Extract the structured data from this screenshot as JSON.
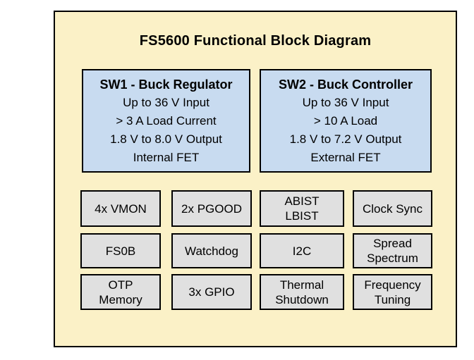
{
  "diagram": {
    "title": "FS5600 Functional Block Diagram",
    "colors": {
      "frame_background": "#FBF1C7",
      "regulator_block_fill": "#C8DBF0",
      "feature_block_fill": "#E0E0E0",
      "border": "#000000"
    },
    "regulator_blocks": [
      {
        "title": "SW1 - Buck Regulator",
        "lines": [
          "Up to 36 V Input",
          "> 3 A Load Current",
          "1.8 V to 8.0 V Output",
          "Internal FET"
        ]
      },
      {
        "title": "SW2 - Buck Controller",
        "lines": [
          "Up to 36 V Input",
          "> 10 A Load",
          "1.8 V to 7.2 V Output",
          "External FET"
        ]
      }
    ],
    "feature_blocks": {
      "row1": [
        "4x VMON",
        "2x PGOOD",
        "ABIST\nLBIST",
        "Clock Sync"
      ],
      "row2": [
        "FS0B",
        "Watchdog",
        "I2C",
        "Spread\nSpectrum"
      ],
      "row3": [
        "OTP\nMemory",
        "3x GPIO",
        "Thermal\nShutdown",
        "Frequency\nTuning"
      ]
    }
  }
}
